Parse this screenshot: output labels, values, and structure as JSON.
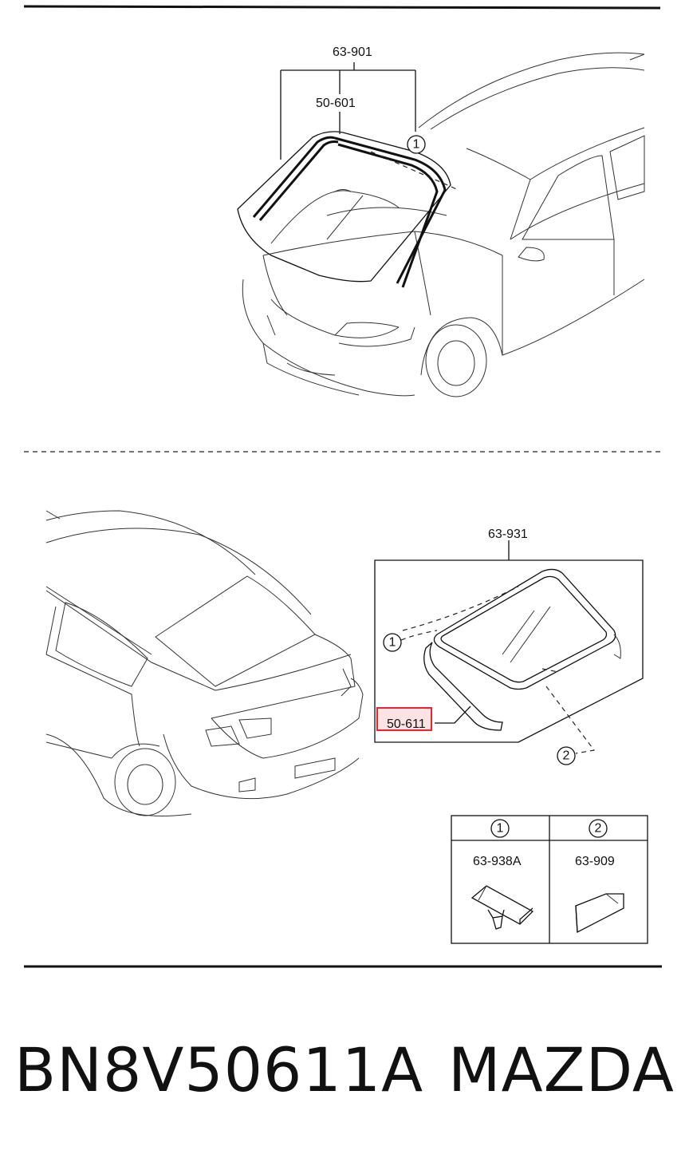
{
  "front_view": {
    "labels": {
      "assembly": "63-901",
      "molding": "50-601",
      "callout": "1"
    }
  },
  "rear_view": {
    "labels": {
      "assembly": "63-931",
      "molding": "50-611",
      "callout_1": "1",
      "callout_2": "2"
    },
    "highlight_color": "#e8262e"
  },
  "legend": {
    "headers": [
      "1",
      "2"
    ],
    "parts": [
      "63-938A",
      "63-909"
    ]
  },
  "footer": {
    "part_code": "BN8V50611A",
    "brand": "MAZDA"
  }
}
